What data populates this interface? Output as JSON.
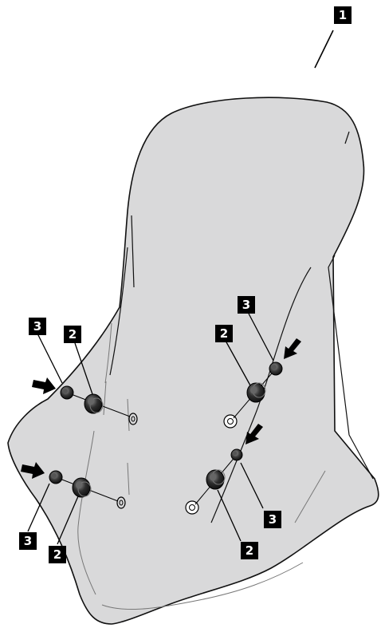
{
  "callouts": {
    "windscreen": "1",
    "well_nut": "2",
    "screw": "3"
  },
  "colors": {
    "screen_fill": "#d9d9da",
    "outline": "#111111",
    "part_dark": "#3a3a3a",
    "label_bg": "#000000",
    "label_text": "#ffffff"
  }
}
